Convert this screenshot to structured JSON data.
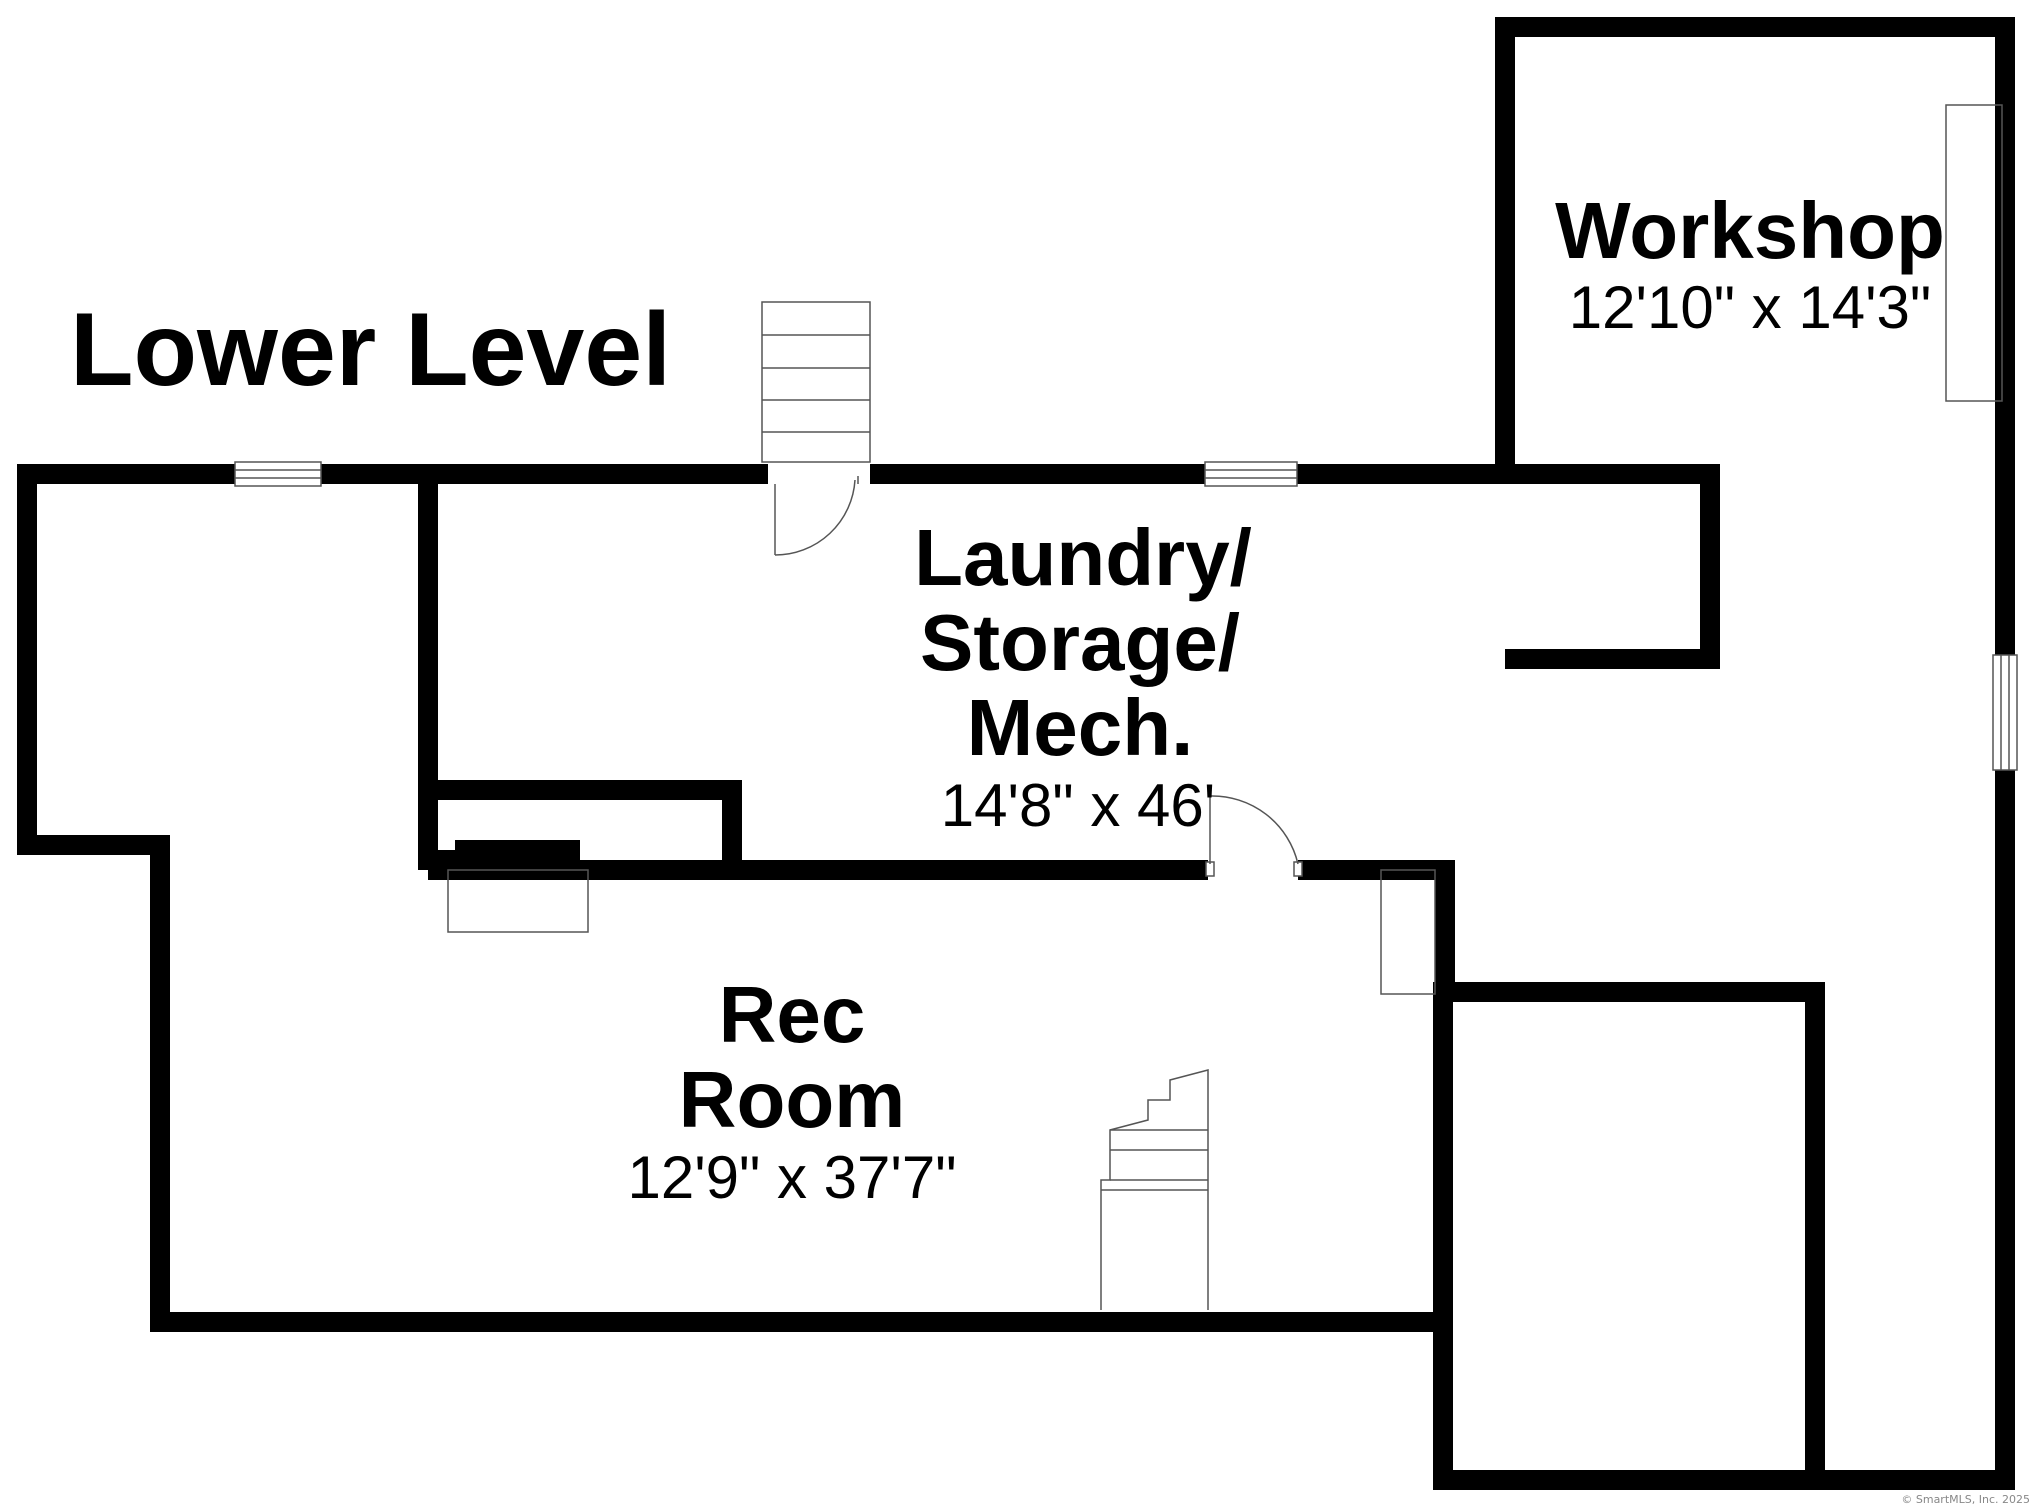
{
  "title": "Lower Level",
  "rooms": [
    {
      "name_lines": [
        "Workshop"
      ],
      "dimensions": "12'10\" x 14'3\""
    },
    {
      "name_lines": [
        "Laundry/",
        "Storage/",
        "Mech."
      ],
      "dimensions": "14'8\" x 46'"
    },
    {
      "name_lines": [
        "Rec",
        "Room"
      ],
      "dimensions": "12'9\" x 37'7\""
    }
  ],
  "credit": "© SmartMLS, Inc. 2025"
}
